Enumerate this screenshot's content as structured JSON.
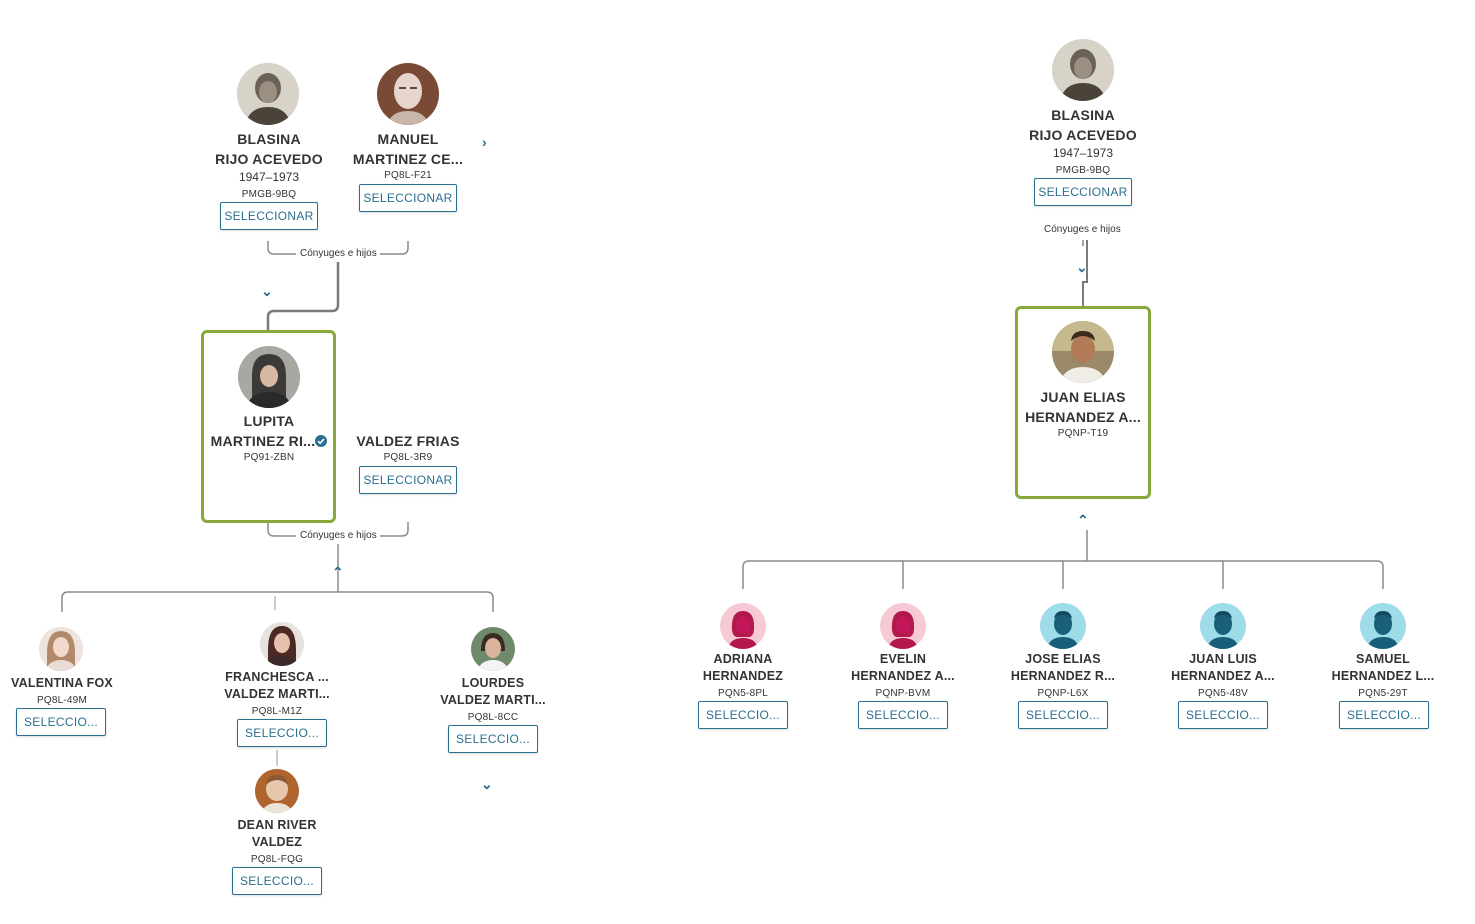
{
  "colors": {
    "accent": "#2a6f8f",
    "focus_border": "#86a93a",
    "line": "#999999",
    "female": "#c2185b",
    "male": "#1a5f7a"
  },
  "left_tree": {
    "parents": [
      {
        "given": "BLASINA",
        "surname": "RIJO ACEVEDO",
        "dates": "1947–1973",
        "pid": "PMGB-9BQ",
        "button": "SELECCIONAR",
        "avatar": "photo"
      },
      {
        "given": "MANUEL",
        "surname": "MARTINEZ CE...",
        "pid": "PQ8L-F21",
        "button": "SELECCIONAR",
        "avatar": "photo"
      }
    ],
    "parents_spouses_label": "Cónyuges e hijos",
    "focus": {
      "given": "LUPITA",
      "surname": "MARTINEZ RI...",
      "pid": "PQ91-ZBN",
      "verified_icon": "check-badge-icon"
    },
    "spouse": {
      "name": "VALDEZ FRIAS",
      "pid": "PQ8L-3R9",
      "button": "SELECCIONAR"
    },
    "focus_spouses_label": "Cónyuges e hijos",
    "children": [
      {
        "line1": "VALENTINA FOX",
        "line2": "",
        "pid": "PQ8L-49M",
        "button": "SELECCIO..."
      },
      {
        "line1": "FRANCHESCA ...",
        "line2": "VALDEZ MARTI...",
        "pid": "PQ8L-M1Z",
        "button": "SELECCIO..."
      },
      {
        "line1": "LOURDES",
        "line2": "VALDEZ MARTI...",
        "pid": "PQ8L-8CC",
        "button": "SELECCIO..."
      }
    ],
    "grandchild": {
      "line1": "DEAN RIVER",
      "line2": "VALDEZ",
      "pid": "PQ8L-FQG",
      "button": "SELECCIO..."
    }
  },
  "right_tree": {
    "parent": {
      "given": "BLASINA",
      "surname": "RIJO ACEVEDO",
      "dates": "1947–1973",
      "pid": "PMGB-9BQ",
      "button": "SELECCIONAR"
    },
    "parent_spouses_label": "Cónyuges e hijos",
    "focus": {
      "given": "JUAN ELIAS",
      "surname": "HERNANDEZ A...",
      "pid": "PQNP-T19"
    },
    "children": [
      {
        "line1": "ADRIANA",
        "line2": "HERNANDEZ",
        "pid": "PQN5-8PL",
        "button": "SELECCIO...",
        "gender": "female"
      },
      {
        "line1": "EVELIN",
        "line2": "HERNANDEZ A...",
        "pid": "PQNP-BVM",
        "button": "SELECCIO...",
        "gender": "female"
      },
      {
        "line1": "JOSE ELIAS",
        "line2": "HERNANDEZ R...",
        "pid": "PQNP-L6X",
        "button": "SELECCIO...",
        "gender": "male"
      },
      {
        "line1": "JUAN LUIS",
        "line2": "HERNANDEZ A...",
        "pid": "PQN5-48V",
        "button": "SELECCIO...",
        "gender": "male"
      },
      {
        "line1": "SAMUEL",
        "line2": "HERNANDEZ L...",
        "pid": "PQN5-29T",
        "button": "SELECCIO...",
        "gender": "male"
      }
    ]
  }
}
